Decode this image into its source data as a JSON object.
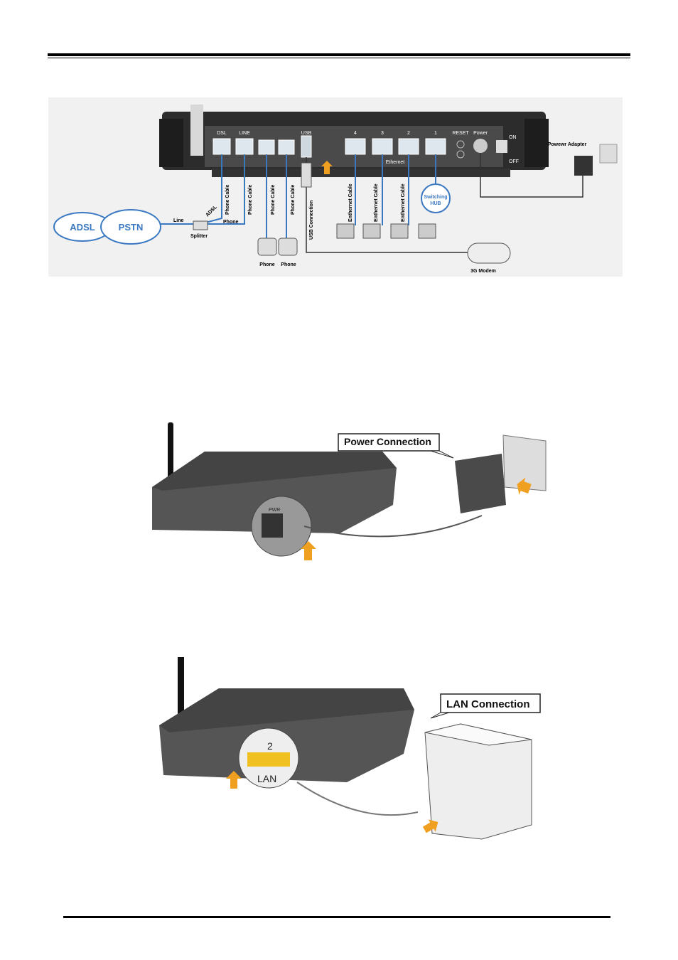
{
  "diagram1": {
    "ports": {
      "dsl": "DSL",
      "line": "LINE",
      "usb": "USB",
      "p4": "4",
      "p3": "3",
      "p2": "2",
      "p1": "1",
      "reset": "RESET",
      "power": "Power",
      "on": "ON",
      "off": "OFF",
      "ethernet": "Ethernet"
    },
    "cables": {
      "phone1": "Phone Cable",
      "phone2": "Phone Cable",
      "phone3": "Phone Cable",
      "phone4": "Phone Cable",
      "usb": "USB Connection",
      "eth1": "Enthernet Cable",
      "eth2": "Enthernet Cable",
      "eth3": "Enthernet Cable"
    },
    "labels": {
      "adsl_cloud": "ADSL",
      "pstn_cloud": "PSTN",
      "line": "Line",
      "adsl": "ADSL",
      "phone_link": "Phone",
      "splitter": "Splitter",
      "phone_a": "Phone",
      "phone_b": "Phone",
      "hub1": "Switching",
      "hub2": "HUB",
      "modem": "3G Modem",
      "adapter": "Powewr Adapter"
    }
  },
  "diagram2": {
    "callout": "Power Connection",
    "pwr": "PWR"
  },
  "diagram3": {
    "callout": "LAN Connection",
    "port_num": "2",
    "lan": "LAN"
  }
}
